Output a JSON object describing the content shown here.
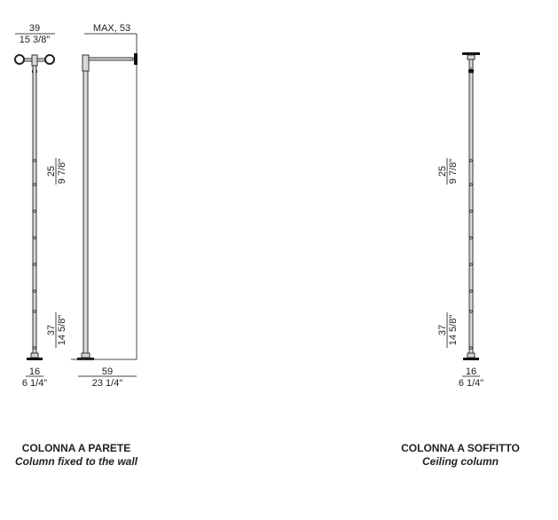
{
  "wall_column": {
    "top_width": {
      "cm": "39",
      "in": "15 3/8\""
    },
    "max_arm": "MAX, 53",
    "upper_spacing": {
      "cm": "25",
      "in": "9 7/8\""
    },
    "lower_spacing": {
      "cm": "37",
      "in": "14 5/8\""
    },
    "base_width": {
      "cm": "16",
      "in": "6 1/4\""
    },
    "depth": {
      "cm": "59",
      "in": "23 1/4\""
    },
    "title": "COLONNA A PARETE",
    "subtitle": "Column fixed to the wall"
  },
  "ceiling_column": {
    "upper_spacing": {
      "cm": "25",
      "in": "9 7/8\""
    },
    "lower_spacing": {
      "cm": "37",
      "in": "14 5/8\""
    },
    "base_width": {
      "cm": "16",
      "in": "6 1/4\""
    },
    "title": "COLONNA A SOFFITTO",
    "subtitle": "Ceiling column"
  }
}
